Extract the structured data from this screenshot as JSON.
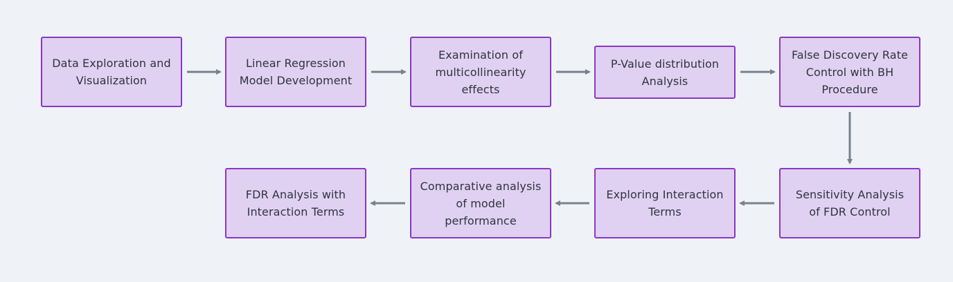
{
  "diagram": {
    "nodes": [
      {
        "label": "Data Exploration and\nVisualization"
      },
      {
        "label": "Linear Regression\nModel Development"
      },
      {
        "label": "Examination of\nmulticollinearity\neffects"
      },
      {
        "label": "P-Value distribution\nAnalysis"
      },
      {
        "label": "False Discovery Rate\nControl with BH\nProcedure"
      },
      {
        "label": "Sensitivity Analysis\nof FDR Control"
      },
      {
        "label": "Exploring Interaction\nTerms"
      },
      {
        "label": "Comparative analysis\nof model\nperformance"
      },
      {
        "label": "FDR Analysis with\nInteraction Terms"
      }
    ],
    "edges": [
      [
        0,
        1
      ],
      [
        1,
        2
      ],
      [
        2,
        3
      ],
      [
        3,
        4
      ],
      [
        4,
        5
      ],
      [
        5,
        6
      ],
      [
        6,
        7
      ],
      [
        7,
        8
      ]
    ],
    "colors": {
      "background": "#eff3f7",
      "node_fill": "#e0d1f2",
      "node_border": "#8d35c6",
      "text": "#2f3440",
      "arrow": "#7a818b"
    }
  }
}
